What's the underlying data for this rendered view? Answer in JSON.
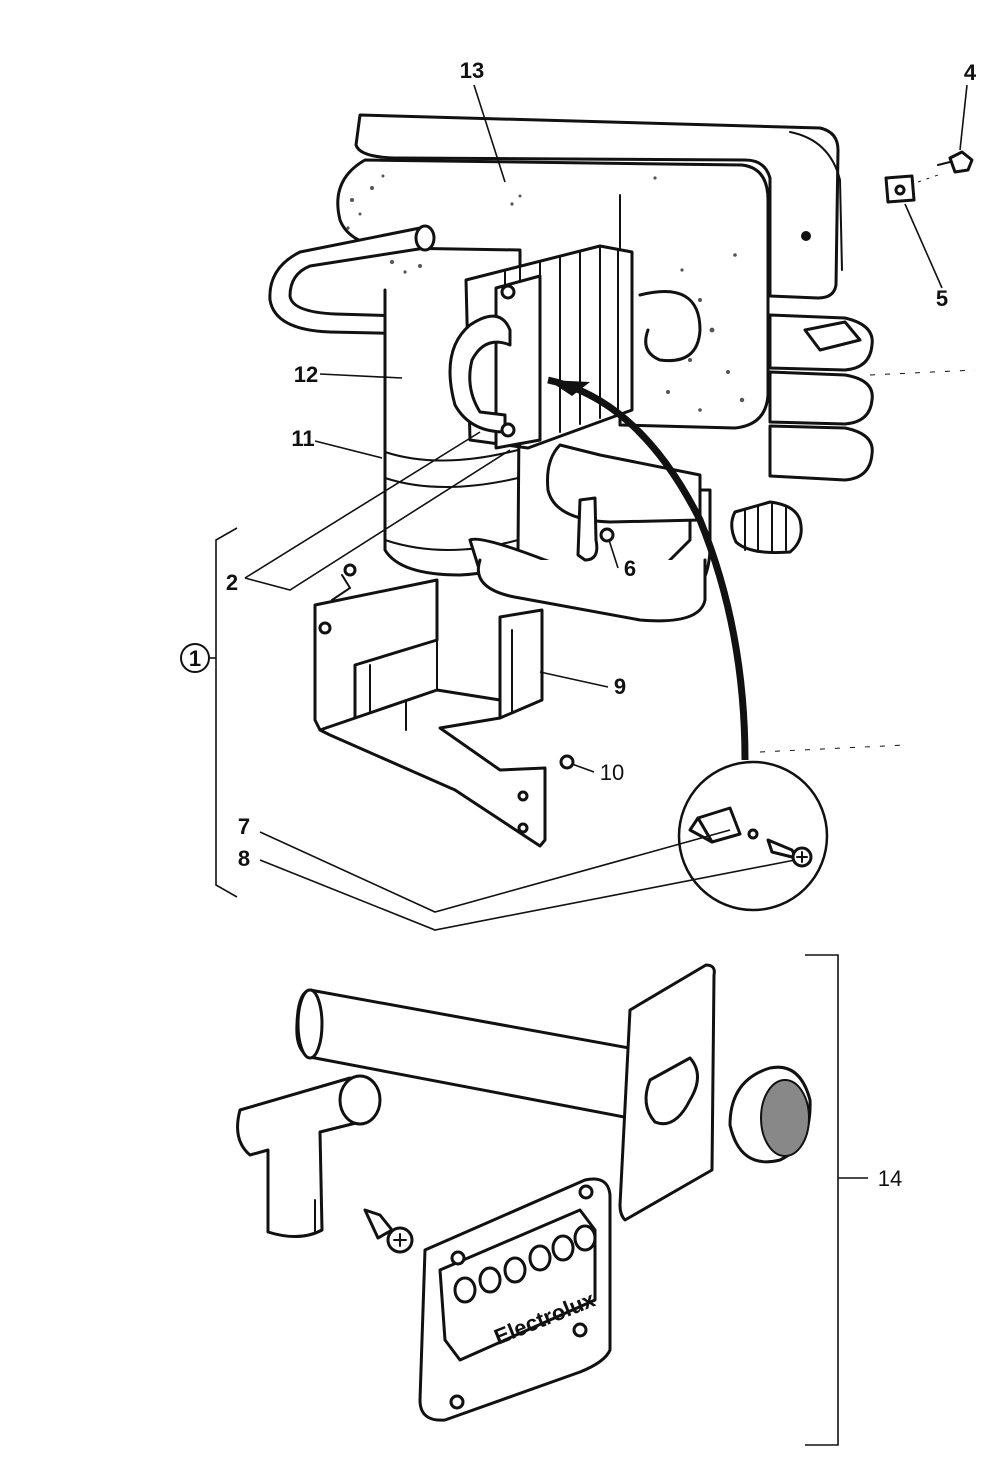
{
  "callouts": {
    "c1": "1",
    "c2": "2",
    "c4": "4",
    "c5": "5",
    "c6": "6",
    "c7": "7",
    "c8": "8",
    "c9": "9",
    "c10": "10",
    "c11": "11",
    "c12": "12",
    "c13": "13",
    "c14": "14"
  },
  "vent_cover_brand": "Electrolux"
}
